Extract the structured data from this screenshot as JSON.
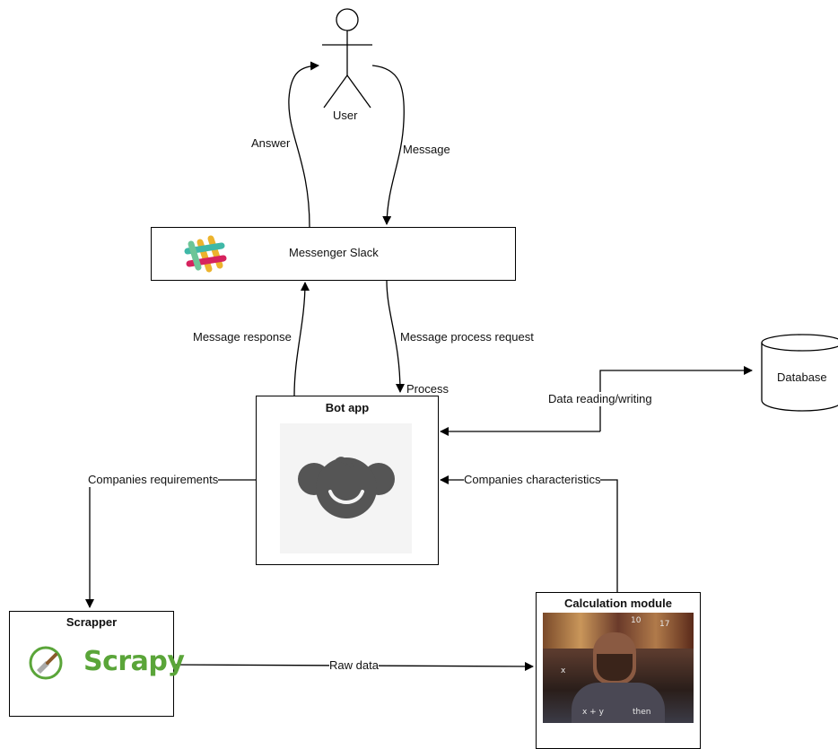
{
  "nodes": {
    "user": "User",
    "slack": "Messenger Slack",
    "bot": "Bot app",
    "database": "Database",
    "scrapper": "Scrapper",
    "scrapy_logo_text": "Scrapy",
    "calc": "Calculation module"
  },
  "edges": {
    "answer": "Answer",
    "message": "Message",
    "message_response": "Message response",
    "message_process_request": "Message process request",
    "process": "Process",
    "data_rw": "Data reading/writing",
    "companies_requirements": "Companies requirements",
    "companies_characteristics": "Companies characteristics",
    "raw_data": "Raw data"
  },
  "photo_text": {
    "eq1": "x + y",
    "eq2": "then",
    "eq3": "x",
    "eq4": "10",
    "eq5": "17"
  },
  "colors": {
    "slack_teal": "#3fb8a7",
    "slack_yellow": "#ecb32d",
    "slack_pink": "#d6235e",
    "slack_green": "#6dc597",
    "scrapy_green": "#5aa539",
    "monkey_gray": "#555555"
  }
}
